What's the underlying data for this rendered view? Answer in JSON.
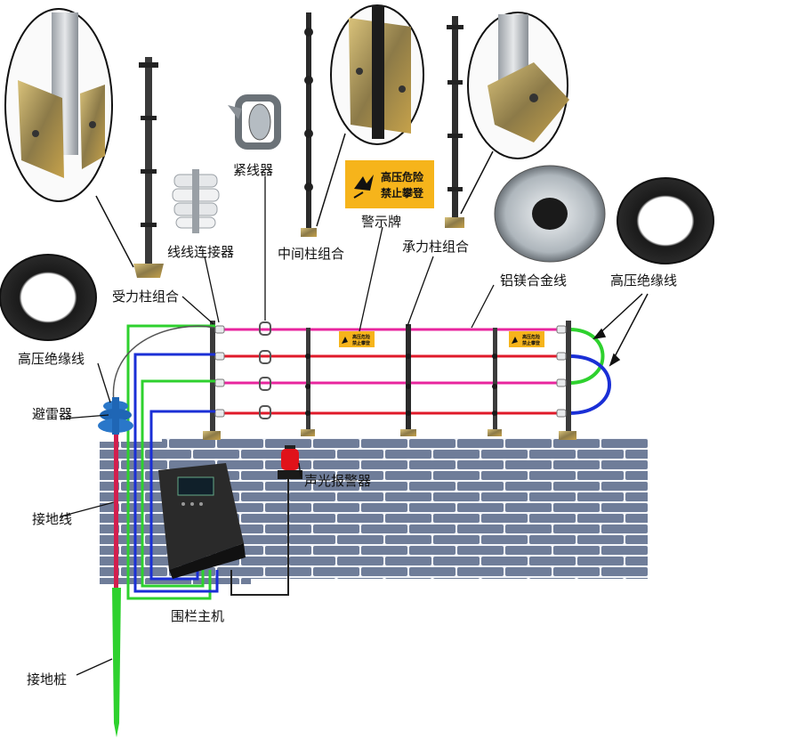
{
  "labels": {
    "force_post": "受力柱组合",
    "wire_connector": "线线连接器",
    "tensioner": "紧线器",
    "middle_post": "中间柱组合",
    "warning_sign": "警示牌",
    "bearing_post": "承力柱组合",
    "alloy_wire": "铝镁合金线",
    "hv_cable_right": "高压绝缘线",
    "hv_cable_left": "高压绝缘线",
    "lightning_arrester": "避雷器",
    "ground_wire": "接地线",
    "alarm": "声光报警器",
    "host": "围栏主机",
    "ground_stake": "接地桩"
  },
  "sign": {
    "line1": "高压危险",
    "line2": "禁止攀登"
  },
  "colors": {
    "pink_wire": "#e8259e",
    "red_wire": "#e01a2a",
    "green_wire": "#2ed12e",
    "blue_wire": "#1a2fd6",
    "brick_mortar": "#f4f6fa",
    "brick": "#6f7d99",
    "sign_yellow": "#f6b41b"
  }
}
